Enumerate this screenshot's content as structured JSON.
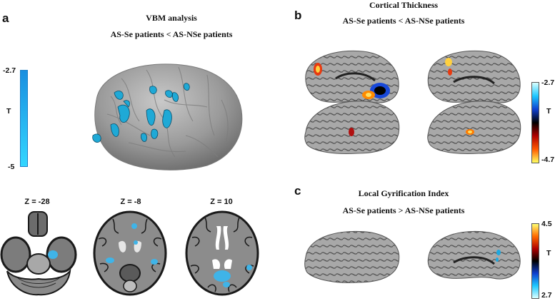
{
  "panels": {
    "a": {
      "letter": "a",
      "title": "VBM analysis",
      "subtitle": "AS-Se patients < AS-NSe patients",
      "colorbar": {
        "max_label": "-2.7",
        "min_label": "-5",
        "var_label": "T",
        "colors": [
          "#1a8fe0",
          "#33d6ff"
        ]
      },
      "slices": [
        {
          "label": "Z = -28"
        },
        {
          "label": "Z = -8"
        },
        {
          "label": "Z = 10"
        }
      ],
      "blob_color": "#1fa9d6"
    },
    "b": {
      "letter": "b",
      "title": "Cortical Thickness",
      "subtitle": "AS-Se patients < AS-NSe patients",
      "colorbar": {
        "top_label": "-2.7",
        "bottom_label": "-4.7",
        "var_label": "T",
        "colors": [
          "#d8ffff",
          "#1ec8ff",
          "#1040d0",
          "#000000",
          "#b00000",
          "#ff5a00",
          "#ffff60"
        ]
      }
    },
    "c": {
      "letter": "c",
      "title": "Local Gyrification Index",
      "subtitle": "AS-Se patients > AS-NSe patients",
      "colorbar": {
        "top_label": "4.5",
        "bottom_label": "2.7",
        "var_label": "T",
        "colors": [
          "#ffff70",
          "#ff6a00",
          "#b00000",
          "#000000",
          "#1040d0",
          "#1ec8ff",
          "#d8ffff"
        ]
      }
    }
  }
}
